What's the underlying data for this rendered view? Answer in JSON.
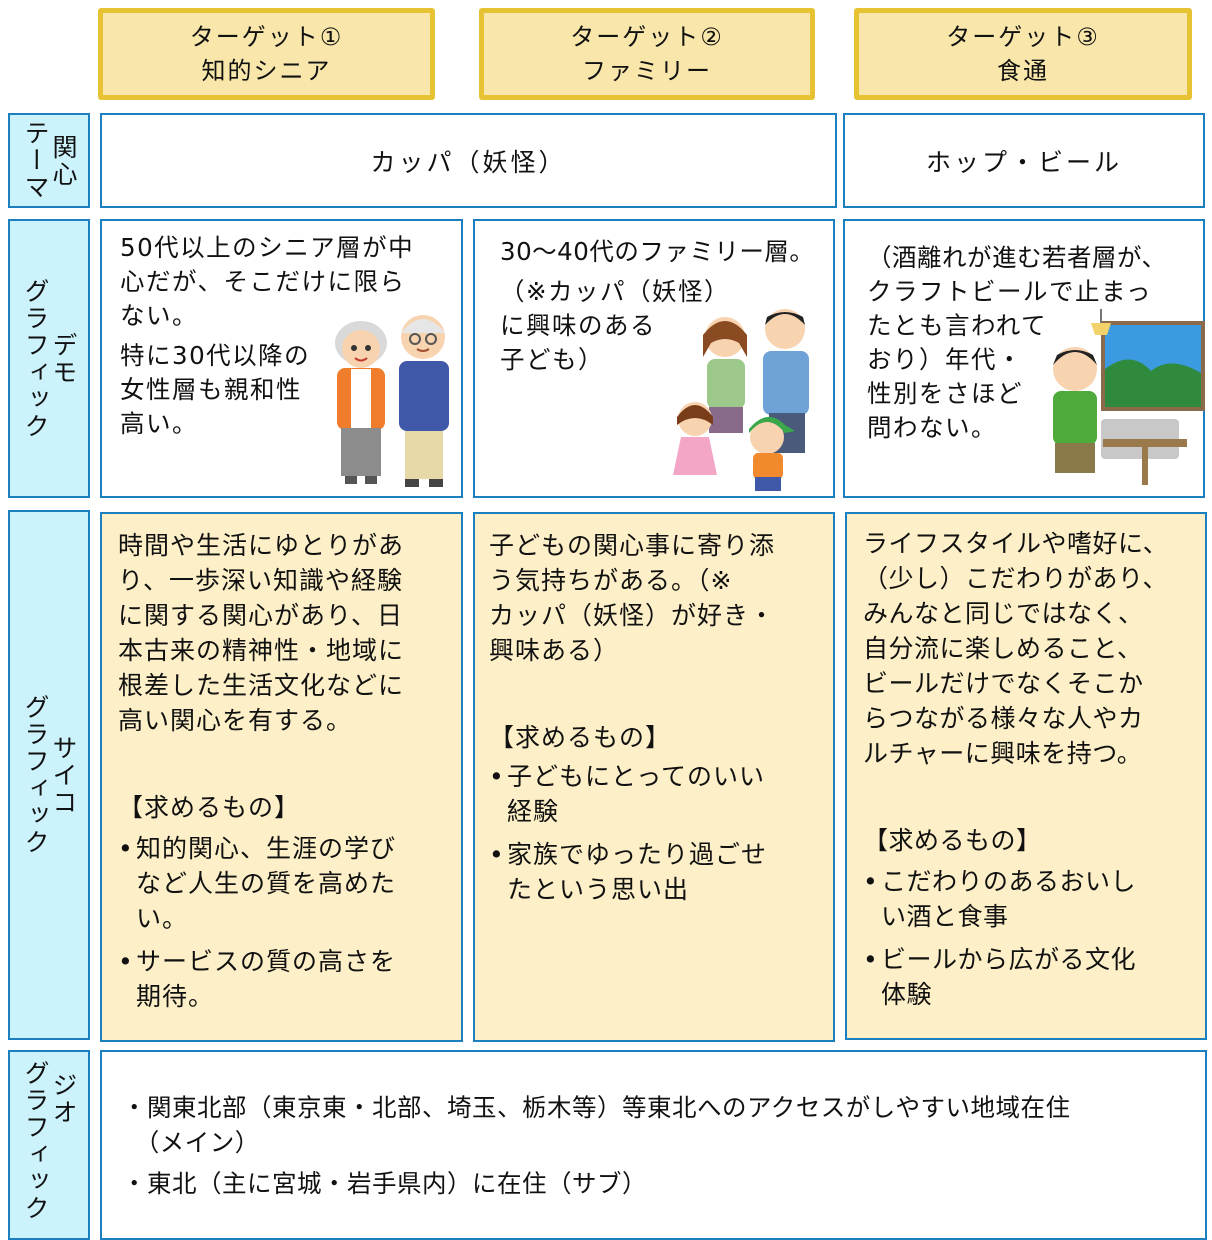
{
  "targets": [
    {
      "line1": "ターゲット①",
      "line2": "知的シニア"
    },
    {
      "line1": "ターゲット②",
      "line2": "ファミリー"
    },
    {
      "line1": "ターゲット③",
      "line2": "食通"
    }
  ],
  "row_labels": {
    "interest": [
      "関心",
      "テーマ"
    ],
    "demographic": [
      "デモ",
      "グラフィック"
    ],
    "psychographic": [
      "サイコ",
      "グラフィック"
    ],
    "geographic": [
      "ジオ",
      "グラフィック"
    ]
  },
  "interest": {
    "t12": "カッパ（妖怪）",
    "t3": "ホップ・ビール"
  },
  "demo": {
    "t1": [
      "50代以上のシニア層が中",
      "心だが、そこだけに限ら",
      "ない。",
      "特に30代以降の",
      "女性層も親和性",
      "高い。"
    ],
    "t2": [
      "30～40代のファミリー層。",
      "（※カッパ（妖怪）",
      "に興味のある",
      "子ども）"
    ],
    "t3": [
      "（酒離れが進む若者層が、",
      "クラフトビールで止まっ",
      "たとも言われて",
      "おり）年代・",
      "性別をさほど",
      "問わない。"
    ]
  },
  "psycho": {
    "t1": {
      "text": [
        "時間や生活にゆとりがあ",
        "り、一歩深い知識や経験",
        "に関する関心があり、日",
        "本古来の精神性・地域に",
        "根差した生活文化などに",
        "高い関心を有する。"
      ],
      "heading": "【求めるもの】",
      "bullets": [
        [
          "知的関心、生涯の学び",
          "など人生の質を高めた",
          "い。"
        ],
        [
          "サービスの質の高さを",
          "期待。"
        ]
      ]
    },
    "t2": {
      "text": [
        "子どもの関心事に寄り添",
        "う気持ちがある。（※",
        "カッパ（妖怪）が好き・",
        "興味ある）"
      ],
      "heading": "【求めるもの】",
      "bullets": [
        [
          "子どもにとってのいい",
          "経験"
        ],
        [
          "家族でゆったり過ごせ",
          "たという思い出"
        ]
      ]
    },
    "t3": {
      "text": [
        "ライフスタイルや嗜好に、",
        "（少し）こだわりがあり、",
        "みんなと同じではなく、",
        "自分流に楽しめること、",
        "ビールだけでなくそこか",
        "らつながる様々な人やカ",
        "ルチャーに興味を持つ。"
      ],
      "heading": "【求めるもの】",
      "bullets": [
        [
          "こだわりのあるおいし",
          "い酒と食事"
        ],
        [
          "ビールから広がる文化",
          "体験"
        ]
      ]
    }
  },
  "bullet_mark": "•",
  "geo": {
    "lines": [
      "・関東北部（東京東・北部、埼玉、栃木等）等東北へのアクセスがしやすい地域在住",
      "　（メイン）",
      "・東北（主に宮城・岩手県内）に在住（サブ）"
    ]
  },
  "colors": {
    "header_fill": "#f8e6aa",
    "header_border": "#e7c232",
    "label_fill": "#ccf2fc",
    "grid_border": "#1c7fbf",
    "psycho_fill": "#fdefc7"
  },
  "icons": [
    "senior-couple-illustration",
    "family-illustration",
    "man-at-laptop-illustration"
  ]
}
